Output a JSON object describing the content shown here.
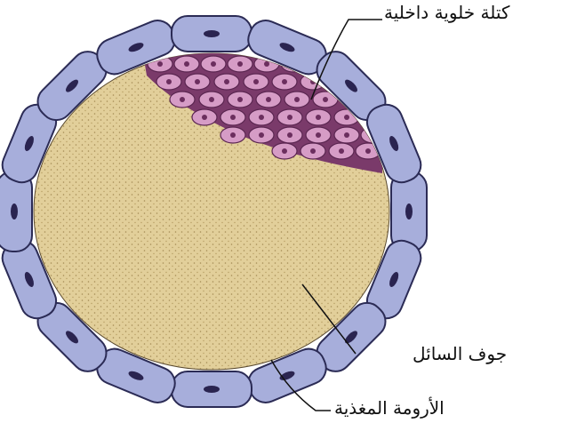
{
  "labels": {
    "inner_cell_mass": "كتلة خلوية داخلية",
    "blastocoel": "جوف السائل",
    "trophoblast": "الأرومة المغذية"
  },
  "colors": {
    "outer_cells": "#a7aedb",
    "outer_outline": "#2b2b55",
    "nuclei": "#2a2450",
    "inner_cells": "#d69cc6",
    "inner_bg": "#7a3a6a",
    "cavity": "#e2cf9a",
    "cavity_dots": "#a58c55"
  },
  "icons": {
    "inner_mass": "inner-cell-mass-cluster",
    "outer_ring": "trophoblast-ring",
    "cavity": "fluid-cavity"
  }
}
